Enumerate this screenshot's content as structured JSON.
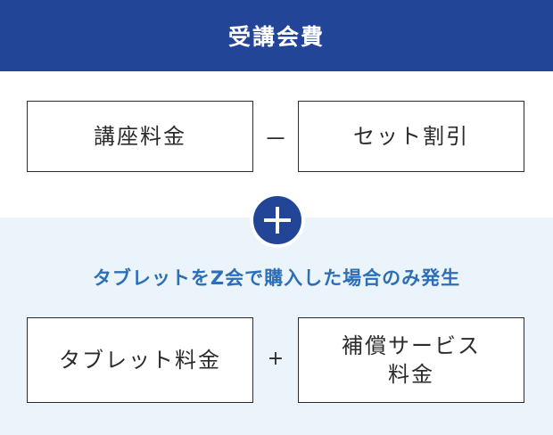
{
  "header": {
    "title": "受講会費"
  },
  "top_row": {
    "left_box": "講座料金",
    "operator": "－",
    "right_box": "セット割引"
  },
  "combine_icon": "plus-circle-icon",
  "note": "タブレットをZ会で購入した場合のみ発生",
  "bottom_row": {
    "left_box": "タブレット料金",
    "operator": "+",
    "right_box": "補償サービス\n料金"
  },
  "colors": {
    "header_bg": "#234597",
    "accent_text": "#2d6fb7",
    "section_bg": "#ebf3fb",
    "border": "#2b2b2b"
  }
}
